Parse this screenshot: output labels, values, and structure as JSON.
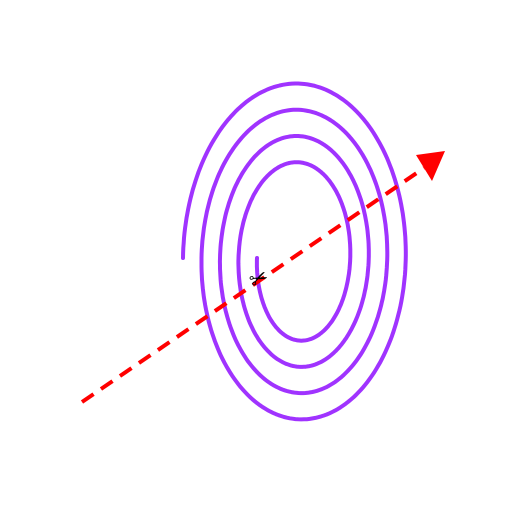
{
  "diagram": {
    "spiral": {
      "color": "#a033ff",
      "turns": 4
    },
    "cut_line": {
      "color": "#ff0000",
      "style": "dashed",
      "direction": "arrow"
    },
    "scissors": {
      "icon": "scissors-icon",
      "glyph": "✂",
      "color": "#000000"
    }
  }
}
